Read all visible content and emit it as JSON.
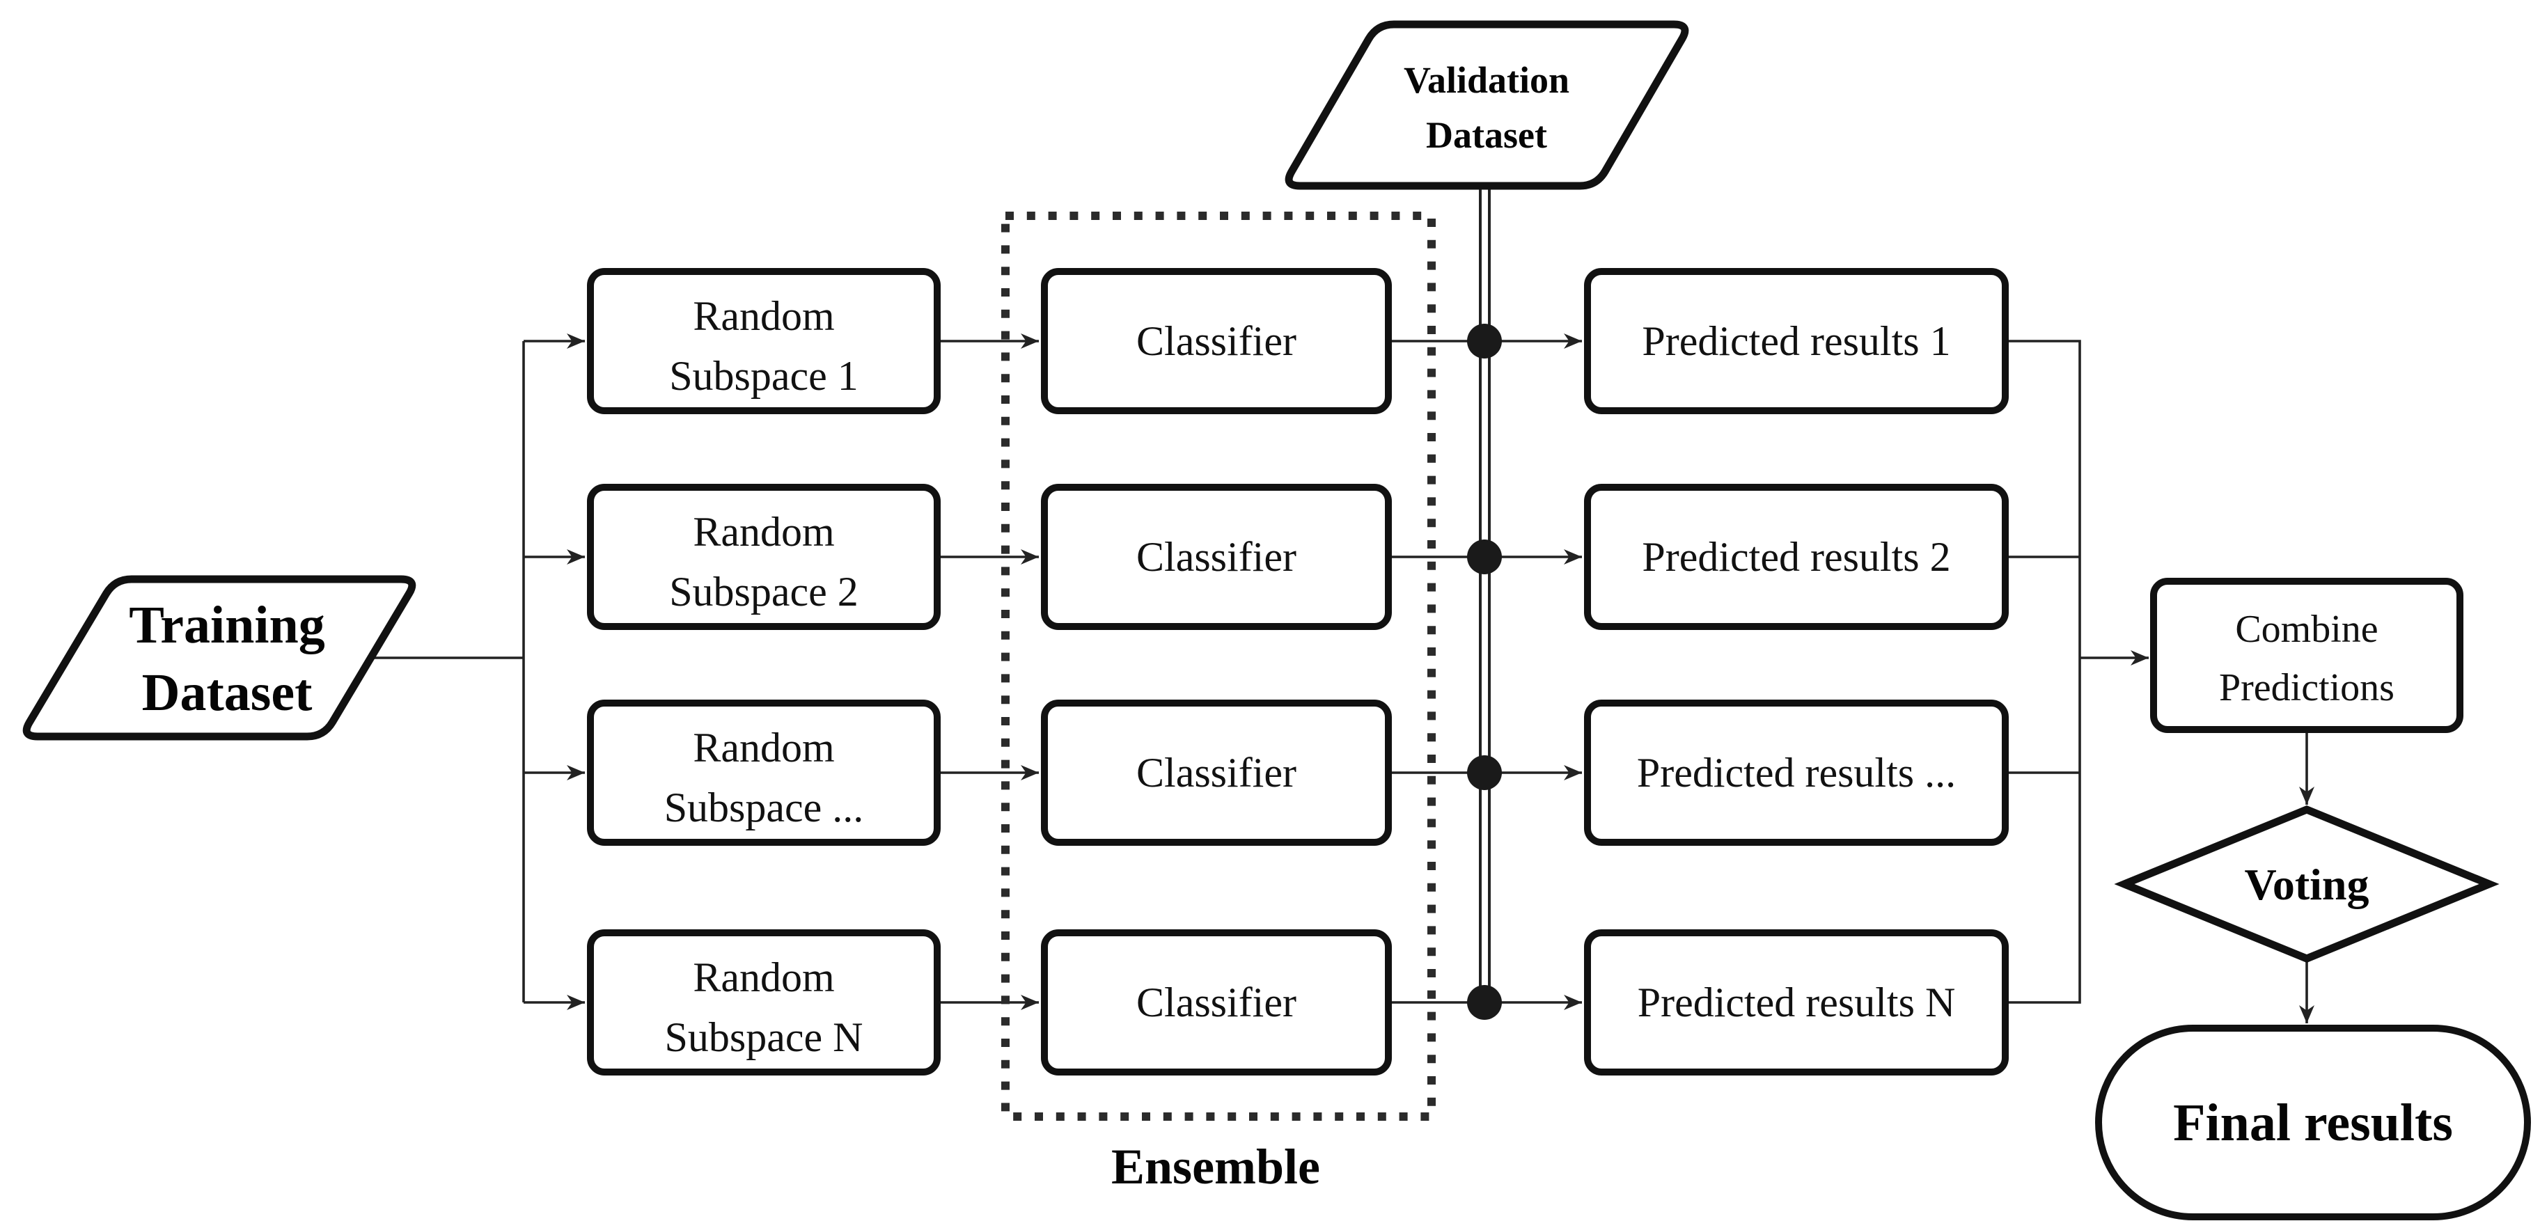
{
  "diagram": {
    "title_hint": "Random subspace ensemble classification flowchart",
    "colors": {
      "background": "#ffffff",
      "stroke": "#111111",
      "text": "#111111"
    },
    "training": {
      "line1": "Training",
      "line2": "Dataset"
    },
    "validation": {
      "line1": "Validation",
      "line2": "Dataset"
    },
    "rows": [
      {
        "subspace_line1": "Random",
        "subspace_line2": "Subspace 1",
        "classifier": "Classifier",
        "predicted": "Predicted results 1"
      },
      {
        "subspace_line1": "Random",
        "subspace_line2": "Subspace 2",
        "classifier": "Classifier",
        "predicted": "Predicted results 2"
      },
      {
        "subspace_line1": "Random",
        "subspace_line2": "Subspace ...",
        "classifier": "Classifier",
        "predicted": "Predicted results ..."
      },
      {
        "subspace_line1": "Random",
        "subspace_line2": "Subspace N",
        "classifier": "Classifier",
        "predicted": "Predicted results N"
      }
    ],
    "ensemble_label": "Ensemble",
    "combine": {
      "line1": "Combine",
      "line2": "Predictions"
    },
    "voting": "Voting",
    "final": "Final results"
  }
}
